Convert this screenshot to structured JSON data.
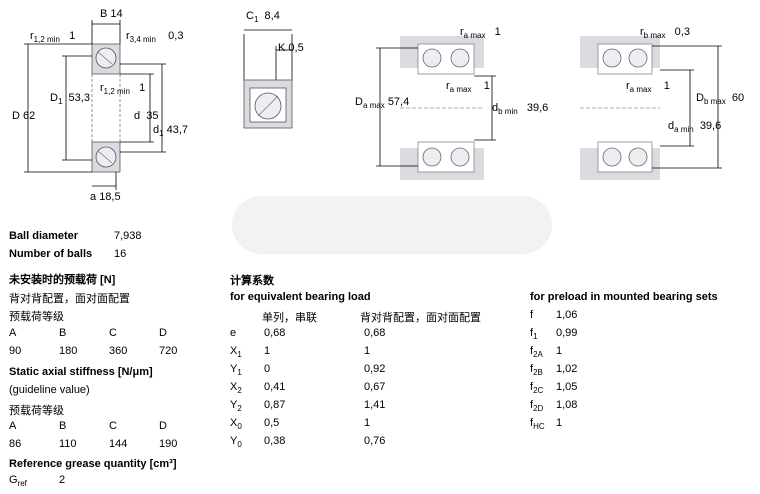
{
  "drawings": {
    "fig1": {
      "B": {
        "sym": "B",
        "val": "14"
      },
      "r12_top": {
        "sym": "r",
        "sub": "1,2 min",
        "val": "1"
      },
      "r34": {
        "sym": "r",
        "sub": "3,4 min",
        "val": "0,3"
      },
      "D1": {
        "sym": "D",
        "sub": "1",
        "val": "53,3"
      },
      "r12_mid": {
        "sym": "r",
        "sub": "1,2 min",
        "val": "1"
      },
      "D": {
        "sym": "D",
        "val": "62"
      },
      "d": {
        "sym": "d",
        "val": "35"
      },
      "d1": {
        "sym": "d",
        "sub": "1",
        "val": "43,7"
      },
      "a": {
        "sym": "a",
        "val": "18,5"
      }
    },
    "fig2": {
      "C1": {
        "sym": "C",
        "sub": "1",
        "val": "8,4"
      },
      "K": {
        "sym": "K",
        "val": "0,5"
      }
    },
    "fig3": {
      "ra_top": {
        "sym": "r",
        "sub": "a max",
        "val": "1"
      },
      "ra_mid": {
        "sym": "r",
        "sub": "a max",
        "val": "1"
      },
      "Da": {
        "sym": "D",
        "sub": "a max",
        "val": "57,4"
      },
      "db": {
        "sym": "d",
        "sub": "b min",
        "val": "39,6"
      }
    },
    "fig4": {
      "rb": {
        "sym": "r",
        "sub": "b max",
        "val": "0,3"
      },
      "ra": {
        "sym": "r",
        "sub": "a max",
        "val": "1"
      },
      "Db": {
        "sym": "D",
        "sub": "b max",
        "val": "60"
      },
      "da": {
        "sym": "d",
        "sub": "a min",
        "val": "39,6"
      }
    }
  },
  "specs": {
    "ball_diameter": {
      "label": "Ball diameter",
      "value": "7,938"
    },
    "number_of_balls": {
      "label": "Number of balls",
      "value": "16"
    },
    "preload": {
      "title": "未安装时的预载荷 [N]",
      "subtitle": "背对背配置，面对面配置",
      "class_label": "预载荷等级",
      "headers": [
        "A",
        "B",
        "C",
        "D"
      ],
      "values": [
        "90",
        "180",
        "360",
        "720"
      ]
    },
    "stiffness": {
      "title": "Static axial stiffness [N/μm]",
      "subtitle": "(guideline value)",
      "class_label": "预载荷等级",
      "headers": [
        "A",
        "B",
        "C",
        "D"
      ],
      "values": [
        "86",
        "110",
        "144",
        "190"
      ]
    },
    "grease": {
      "title": "Reference grease quantity [cm³]",
      "symbol": "G",
      "symbol_sub": "ref",
      "value": "2"
    }
  },
  "calc": {
    "title": "计算系数",
    "subtitle": "for equivalent bearing load",
    "col1": "单列，串联",
    "col2": "背对背配置，面对面配置",
    "rows": [
      {
        "sym": "e",
        "sub": "",
        "v1": "0,68",
        "v2": "0,68"
      },
      {
        "sym": "X",
        "sub": "1",
        "v1": "1",
        "v2": "1"
      },
      {
        "sym": "Y",
        "sub": "1",
        "v1": "0",
        "v2": "0,92"
      },
      {
        "sym": "X",
        "sub": "2",
        "v1": "0,41",
        "v2": "0,67"
      },
      {
        "sym": "Y",
        "sub": "2",
        "v1": "0,87",
        "v2": "1,41"
      },
      {
        "sym": "X",
        "sub": "0",
        "v1": "0,5",
        "v2": "1"
      },
      {
        "sym": "Y",
        "sub": "0",
        "v1": "0,38",
        "v2": "0,76"
      }
    ]
  },
  "preload_calc": {
    "title": "for preload in mounted bearing sets",
    "rows": [
      {
        "sym": "f",
        "sub": "",
        "val": "1,06"
      },
      {
        "sym": "f",
        "sub": "1",
        "val": "0,99"
      },
      {
        "sym": "f",
        "sub": "2A",
        "val": "1"
      },
      {
        "sym": "f",
        "sub": "2B",
        "val": "1,02"
      },
      {
        "sym": "f",
        "sub": "2C",
        "val": "1,05"
      },
      {
        "sym": "f",
        "sub": "2D",
        "val": "1,08"
      },
      {
        "sym": "f",
        "sub": "HC",
        "val": "1"
      }
    ]
  },
  "colors": {
    "housing": "#d9dbe0",
    "ball": "#e6e8f0",
    "hatch": "#c8cad2",
    "watermark": "#f1f1f3"
  }
}
